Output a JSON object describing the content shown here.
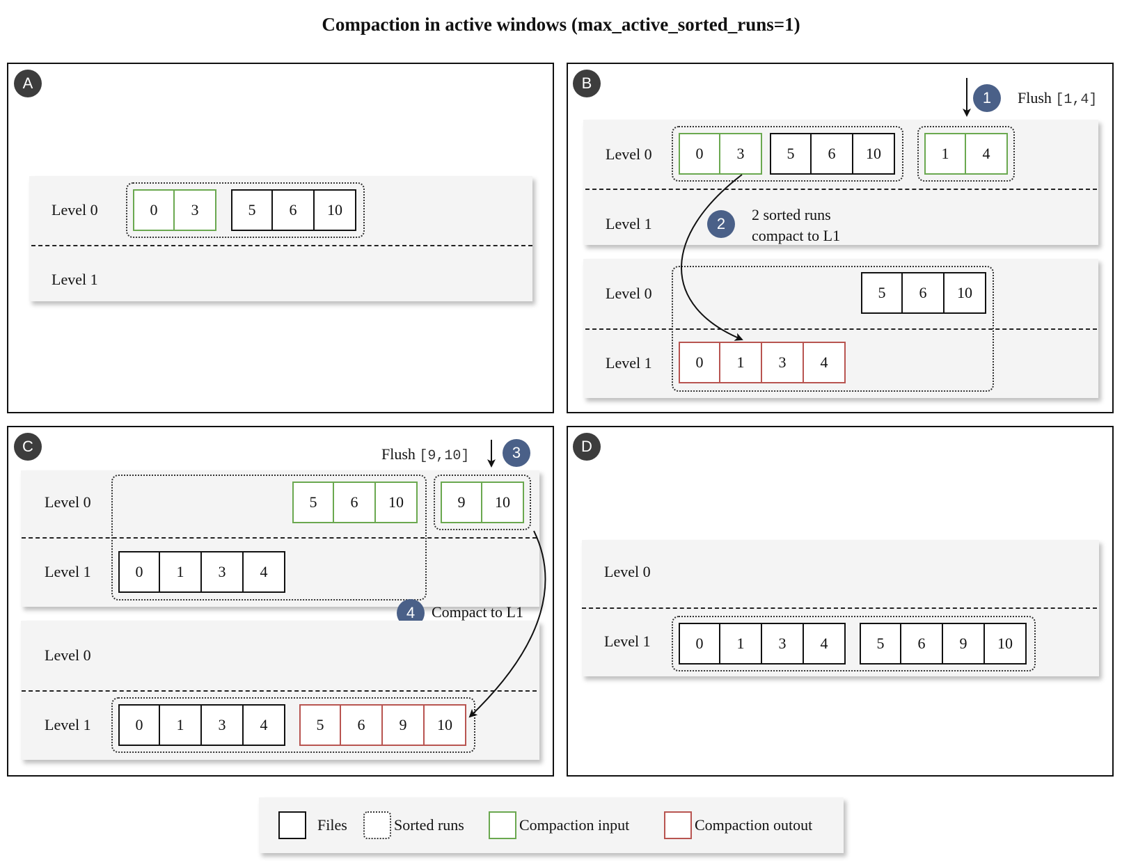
{
  "title": "Compaction in active windows (max_active_sorted_runs=1)",
  "level_labels": {
    "l0": "Level 0",
    "l1": "Level 1"
  },
  "panels": {
    "a": {
      "label": "A",
      "l0_run1_green": [
        "0",
        "3"
      ],
      "l0_run1_black": [
        "5",
        "6",
        "10"
      ]
    },
    "b": {
      "label": "B",
      "step1": "1",
      "flush_word": "Flush",
      "flush_range": "[1,4]",
      "top_l0_green": [
        "0",
        "3"
      ],
      "top_l0_black": [
        "5",
        "6",
        "10"
      ],
      "top_l0_new": [
        "1",
        "4"
      ],
      "step2": "2",
      "step2_line1": "2 sorted runs",
      "step2_line2": "compact to L1",
      "bottom_l0": [
        "5",
        "6",
        "10"
      ],
      "bottom_l1_red": [
        "0",
        "1",
        "3",
        "4"
      ]
    },
    "c": {
      "label": "C",
      "step3": "3",
      "flush_word": "Flush",
      "flush_range": "[9,10]",
      "top_l0_green": [
        "5",
        "6",
        "10"
      ],
      "top_l0_new": [
        "9",
        "10"
      ],
      "top_l1": [
        "0",
        "1",
        "3",
        "4"
      ],
      "step4": "4",
      "step4_text": "Compact to L1",
      "bottom_l1_black": [
        "0",
        "1",
        "3",
        "4"
      ],
      "bottom_l1_red": [
        "5",
        "6",
        "9",
        "10"
      ]
    },
    "d": {
      "label": "D",
      "l1_a": [
        "0",
        "1",
        "3",
        "4"
      ],
      "l1_b": [
        "5",
        "6",
        "9",
        "10"
      ]
    }
  },
  "legend": {
    "files": "Files",
    "sorted_runs": "Sorted runs",
    "compaction_input": "Compaction input",
    "compaction_output": "Compaction outout"
  },
  "colors": {
    "input": "#6aa84f",
    "output": "#b85450",
    "step_badge": "#4a6088",
    "panel_badge": "#3d3d3d"
  }
}
